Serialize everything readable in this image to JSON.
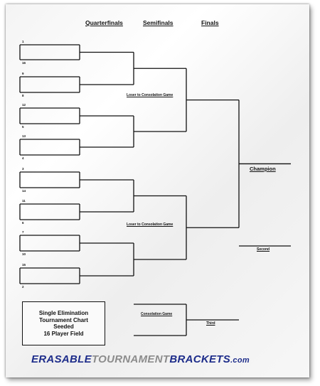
{
  "headers": {
    "quarterfinals": "Quarterfinals",
    "semifinals": "Semifinals",
    "finals": "Finals"
  },
  "seeds": [
    "1",
    "16",
    "9",
    "8",
    "12",
    "5",
    "13",
    "4",
    "3",
    "14",
    "11",
    "6",
    "7",
    "10",
    "15",
    "2"
  ],
  "labels": {
    "loser_top": "Loser to Consolation Game",
    "loser_bottom": "Loser to Consolation Game",
    "champion": "Champion",
    "second": "Second",
    "consolation": "Consolation Game",
    "third": "Third"
  },
  "info": {
    "line1": "Single Elimination",
    "line2": "Tournament Chart",
    "line3": "Seeded",
    "line4": "16 Player Field"
  },
  "brand": {
    "part1": "ERASABLE",
    "part2": "TOURNAMENT",
    "part3": "BRACKETS",
    "domain": ".com"
  }
}
